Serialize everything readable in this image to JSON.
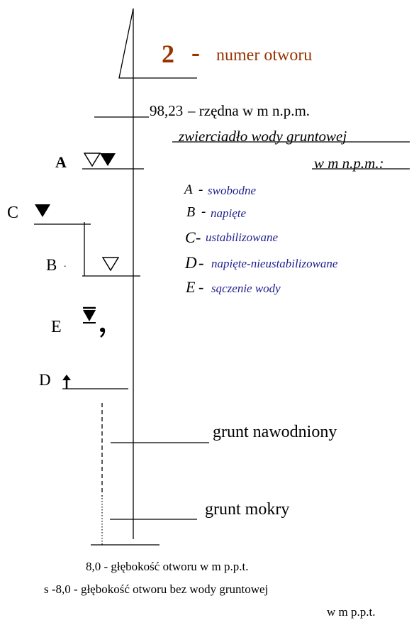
{
  "header": {
    "number": "2",
    "dash": "-",
    "label": "numer otworu"
  },
  "elevation": {
    "value": "98,23",
    "label": "– rzędna  w m n.p.m."
  },
  "water_table": {
    "title": "zwierciadło wody gruntowej",
    "unit": "w m n.p.m.:"
  },
  "marker_letters": {
    "a": "A",
    "b": "B",
    "b_dot": ".",
    "c": "C",
    "d": "D",
    "e": "E"
  },
  "legend": [
    {
      "letter": "A",
      "sep": "-",
      "desc": "swobodne"
    },
    {
      "letter": "B",
      "sep": "-",
      "desc": "napięte"
    },
    {
      "letter": "C",
      "sep": "-",
      "desc": "ustabilizowane"
    },
    {
      "letter": "D",
      "sep": "-",
      "desc": "napięte-nieustabilizowane"
    },
    {
      "letter": "E",
      "sep": "-",
      "desc": "sączenie wody"
    }
  ],
  "soil": {
    "saturated": "grunt nawodniony",
    "wet": "grunt mokry"
  },
  "depth": {
    "line1": "8,0  - głębokość otworu w m  p.p.t.",
    "line2": "s -8,0  - głębokość otworu bez wody gruntowej",
    "line3": "w m  p.p.t."
  },
  "colors": {
    "number": "#993300",
    "legend": "#1f1f8f",
    "ink": "#000000"
  }
}
